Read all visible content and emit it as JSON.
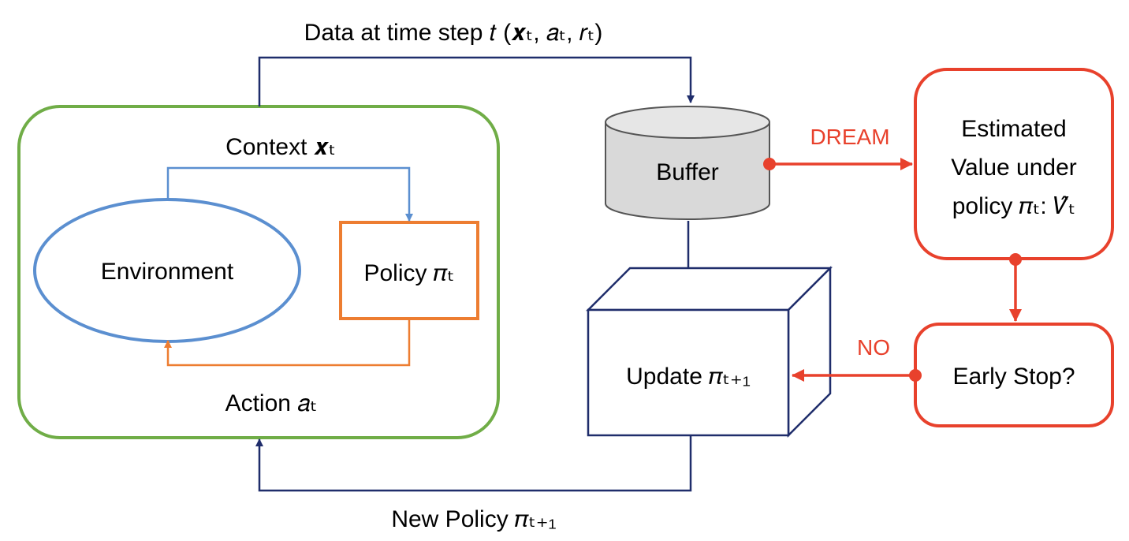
{
  "labels": {
    "data_at_time_step": "Data at time step 𝑡 (𝒙ₜ, 𝑎ₜ, 𝑟ₜ)",
    "context": "Context 𝒙ₜ",
    "environment": "Environment",
    "policy": "Policy 𝜋ₜ",
    "action": "Action 𝑎ₜ",
    "buffer": "Buffer",
    "dream": "DREAM",
    "estimated_value_line1": "Estimated",
    "estimated_value_line2": "Value under",
    "estimated_value_line3": "policy 𝜋ₜ: 𝑉̂ₜ",
    "update": "Update 𝜋ₜ₊₁",
    "no": "NO",
    "early_stop": "Early Stop?",
    "new_policy": "New Policy 𝜋ₜ₊₁"
  },
  "colors": {
    "green_frame": "#70ad47",
    "blue_environment": "#5b8fd0",
    "orange_policy": "#ed7d31",
    "navy": "#1f2d6b",
    "red": "#e8412c",
    "buffer_fill": "#d9d9d9"
  }
}
